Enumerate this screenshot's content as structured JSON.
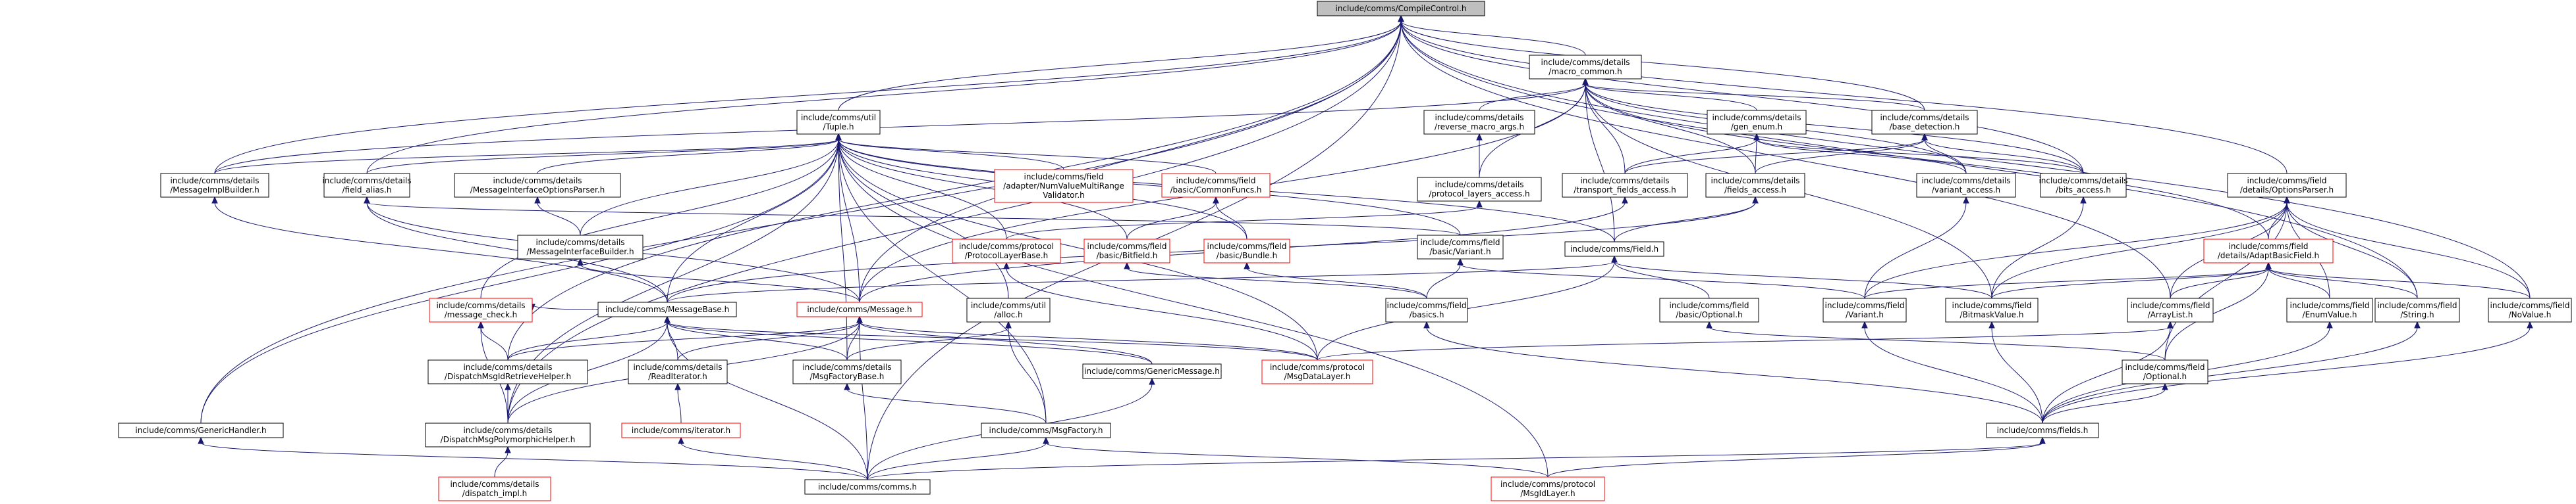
{
  "nodes": [
    {
      "id": "compilecontrol",
      "lines": [
        "include/comms/CompileControl.h"
      ],
      "style": "root"
    },
    {
      "id": "macro_common",
      "lines": [
        "include/comms/details",
        "/macro_common.h"
      ],
      "style": "normal"
    },
    {
      "id": "tuple",
      "lines": [
        "include/comms/util",
        "/Tuple.h"
      ],
      "style": "normal"
    },
    {
      "id": "reverse_macro_args",
      "lines": [
        "include/comms/details",
        "/reverse_macro_args.h"
      ],
      "style": "normal"
    },
    {
      "id": "gen_enum",
      "lines": [
        "include/comms/details",
        "/gen_enum.h"
      ],
      "style": "normal"
    },
    {
      "id": "base_detection",
      "lines": [
        "include/comms/details",
        "/base_detection.h"
      ],
      "style": "normal"
    },
    {
      "id": "messageimplbuilder",
      "lines": [
        "include/comms/details",
        "/MessageImplBuilder.h"
      ],
      "style": "normal"
    },
    {
      "id": "field_alias",
      "lines": [
        "include/comms/details",
        "/field_alias.h"
      ],
      "style": "normal"
    },
    {
      "id": "messageinterfaceoptionsparser",
      "lines": [
        "include/comms/details",
        "/MessageInterfaceOptionsParser.h"
      ],
      "style": "normal"
    },
    {
      "id": "adapter_nvmrv",
      "lines": [
        "include/comms/field",
        "/adapter/NumValueMultiRange",
        "Validator.h"
      ],
      "style": "red"
    },
    {
      "id": "basic_commonfuncs",
      "lines": [
        "include/comms/field",
        "/basic/CommonFuncs.h"
      ],
      "style": "red"
    },
    {
      "id": "protocol_layers_access",
      "lines": [
        "include/comms/details",
        "/protocol_layers_access.h"
      ],
      "style": "normal"
    },
    {
      "id": "transport_fields_access",
      "lines": [
        "include/comms/details",
        "/transport_fields_access.h"
      ],
      "style": "normal"
    },
    {
      "id": "fields_access",
      "lines": [
        "include/comms/details",
        "/fields_access.h"
      ],
      "style": "normal"
    },
    {
      "id": "variant_access",
      "lines": [
        "include/comms/details",
        "/variant_access.h"
      ],
      "style": "normal"
    },
    {
      "id": "bits_access",
      "lines": [
        "include/comms/details",
        "/bits_access.h"
      ],
      "style": "normal"
    },
    {
      "id": "optionsparser",
      "lines": [
        "include/comms/field",
        "/details/OptionsParser.h"
      ],
      "style": "normal"
    },
    {
      "id": "messageinterfacebuilder",
      "lines": [
        "include/comms/details",
        "/MessageInterfaceBuilder.h"
      ],
      "style": "normal"
    },
    {
      "id": "protocollayerbase",
      "lines": [
        "include/comms/protocol",
        "/ProtocolLayerBase.h"
      ],
      "style": "red"
    },
    {
      "id": "basic_bitfield",
      "lines": [
        "include/comms/field",
        "/basic/Bitfield.h"
      ],
      "style": "red"
    },
    {
      "id": "basic_bundle",
      "lines": [
        "include/comms/field",
        "/basic/Bundle.h"
      ],
      "style": "red"
    },
    {
      "id": "basic_variant",
      "lines": [
        "include/comms/field",
        "/basic/Variant.h"
      ],
      "style": "normal"
    },
    {
      "id": "field_h",
      "lines": [
        "include/comms/Field.h"
      ],
      "style": "normal"
    },
    {
      "id": "adaptbasicfield",
      "lines": [
        "include/comms/field",
        "/details/AdaptBasicField.h"
      ],
      "style": "red"
    },
    {
      "id": "message_check",
      "lines": [
        "include/comms/details",
        "/message_check.h"
      ],
      "style": "red"
    },
    {
      "id": "messagebase",
      "lines": [
        "include/comms/MessageBase.h"
      ],
      "style": "normal"
    },
    {
      "id": "message_h",
      "lines": [
        "include/comms/Message.h"
      ],
      "style": "red"
    },
    {
      "id": "alloc",
      "lines": [
        "include/comms/util",
        "/alloc.h"
      ],
      "style": "normal"
    },
    {
      "id": "basics",
      "lines": [
        "include/comms/field",
        "/basics.h"
      ],
      "style": "normal"
    },
    {
      "id": "basic_optional",
      "lines": [
        "include/comms/field",
        "/basic/Optional.h"
      ],
      "style": "normal"
    },
    {
      "id": "field_variant",
      "lines": [
        "include/comms/field",
        "/Variant.h"
      ],
      "style": "normal"
    },
    {
      "id": "bitmaskvalue",
      "lines": [
        "include/comms/field",
        "/BitmaskValue.h"
      ],
      "style": "normal"
    },
    {
      "id": "arraylist",
      "lines": [
        "include/comms/field",
        "/ArrayList.h"
      ],
      "style": "normal"
    },
    {
      "id": "enumvalue",
      "lines": [
        "include/comms/field",
        "/EnumValue.h"
      ],
      "style": "normal"
    },
    {
      "id": "field_string",
      "lines": [
        "include/comms/field",
        "/String.h"
      ],
      "style": "normal"
    },
    {
      "id": "novalue",
      "lines": [
        "include/comms/field",
        "/NoValue.h"
      ],
      "style": "normal"
    },
    {
      "id": "dispatchmsgidretrievehelper",
      "lines": [
        "include/comms/details",
        "/DispatchMsgIdRetrieveHelper.h"
      ],
      "style": "normal"
    },
    {
      "id": "readiterator",
      "lines": [
        "include/comms/details",
        "/ReadIterator.h"
      ],
      "style": "normal"
    },
    {
      "id": "msgfactorybase",
      "lines": [
        "include/comms/details",
        "/MsgFactoryBase.h"
      ],
      "style": "normal"
    },
    {
      "id": "genericmessage",
      "lines": [
        "include/comms/GenericMessage.h"
      ],
      "style": "normal"
    },
    {
      "id": "msgdatalayer",
      "lines": [
        "include/comms/protocol",
        "/MsgDataLayer.h"
      ],
      "style": "red"
    },
    {
      "id": "field_optional",
      "lines": [
        "include/comms/field",
        "/Optional.h"
      ],
      "style": "normal"
    },
    {
      "id": "iterator",
      "lines": [
        "include/comms/iterator.h"
      ],
      "style": "red"
    },
    {
      "id": "genericHandler",
      "lines": [
        "include/comms/GenericHandler.h"
      ],
      "style": "normal"
    },
    {
      "id": "dispatchmsgpolymorphichelper",
      "lines": [
        "include/comms/details",
        "/DispatchMsgPolymorphicHelper.h"
      ],
      "style": "normal"
    },
    {
      "id": "msgfactory",
      "lines": [
        "include/comms/MsgFactory.h"
      ],
      "style": "normal"
    },
    {
      "id": "fields_h",
      "lines": [
        "include/comms/fields.h"
      ],
      "style": "normal"
    },
    {
      "id": "dispatch_impl",
      "lines": [
        "include/comms/details",
        "/dispatch_impl.h"
      ],
      "style": "red"
    },
    {
      "id": "comms_h",
      "lines": [
        "include/comms/comms.h"
      ],
      "style": "normal"
    },
    {
      "id": "msgidlayer",
      "lines": [
        "include/comms/protocol",
        "/MsgIdLayer.h"
      ],
      "style": "red"
    }
  ],
  "edges": [
    [
      "compilecontrol",
      "macro_common"
    ],
    [
      "compilecontrol",
      "tuple"
    ],
    [
      "compilecontrol",
      "messageimplbuilder"
    ],
    [
      "compilecontrol",
      "field_alias"
    ],
    [
      "compilecontrol",
      "base_detection"
    ],
    [
      "compilecontrol",
      "optionsparser"
    ],
    [
      "compilecontrol",
      "field_string"
    ],
    [
      "compilecontrol",
      "novalue"
    ],
    [
      "compilecontrol",
      "arraylist"
    ],
    [
      "compilecontrol",
      "genericHandler"
    ],
    [
      "compilecontrol",
      "dispatchmsgpolymorphichelper"
    ],
    [
      "compilecontrol",
      "dispatchmsgidretrievehelper"
    ],
    [
      "compilecontrol",
      "comms_h"
    ],
    [
      "compilecontrol",
      "message_h"
    ],
    [
      "compilecontrol",
      "bits_access"
    ],
    [
      "macro_common",
      "reverse_macro_args"
    ],
    [
      "macro_common",
      "gen_enum"
    ],
    [
      "macro_common",
      "base_detection"
    ],
    [
      "macro_common",
      "protocol_layers_access"
    ],
    [
      "macro_common",
      "transport_fields_access"
    ],
    [
      "macro_common",
      "fields_access"
    ],
    [
      "macro_common",
      "variant_access"
    ],
    [
      "macro_common",
      "bits_access"
    ],
    [
      "macro_common",
      "field_h"
    ],
    [
      "macro_common",
      "messageimplbuilder"
    ],
    [
      "macro_common",
      "message_h"
    ],
    [
      "macro_common",
      "bitmaskvalue"
    ],
    [
      "macro_common",
      "adaptbasicfield"
    ],
    [
      "reverse_macro_args",
      "protocol_layers_access"
    ],
    [
      "gen_enum",
      "transport_fields_access"
    ],
    [
      "gen_enum",
      "fields_access"
    ],
    [
      "gen_enum",
      "variant_access"
    ],
    [
      "gen_enum",
      "bits_access"
    ],
    [
      "base_detection",
      "transport_fields_access"
    ],
    [
      "base_detection",
      "fields_access"
    ],
    [
      "base_detection",
      "variant_access"
    ],
    [
      "base_detection",
      "bits_access"
    ],
    [
      "tuple",
      "messageimplbuilder"
    ],
    [
      "tuple",
      "field_alias"
    ],
    [
      "tuple",
      "messageinterfaceoptionsparser"
    ],
    [
      "tuple",
      "adapter_nvmrv"
    ],
    [
      "tuple",
      "basic_commonfuncs"
    ],
    [
      "tuple",
      "messageinterfacebuilder"
    ],
    [
      "tuple",
      "protocollayerbase"
    ],
    [
      "tuple",
      "basic_bitfield"
    ],
    [
      "tuple",
      "basic_bundle"
    ],
    [
      "tuple",
      "basic_variant"
    ],
    [
      "tuple",
      "message_check"
    ],
    [
      "tuple",
      "messagebase"
    ],
    [
      "tuple",
      "message_h"
    ],
    [
      "tuple",
      "alloc"
    ],
    [
      "tuple",
      "msgfactorybase"
    ],
    [
      "tuple",
      "msgdatalayer"
    ],
    [
      "tuple",
      "msgfactory"
    ],
    [
      "tuple",
      "dispatchmsgpolymorphichelper"
    ],
    [
      "tuple",
      "genericHandler"
    ],
    [
      "tuple",
      "msgidlayer"
    ],
    [
      "tuple",
      "field_h"
    ],
    [
      "messageinterfaceoptionsparser",
      "messageinterfacebuilder"
    ],
    [
      "messageinterfacebuilder",
      "message_h"
    ],
    [
      "messageimplbuilder",
      "messagebase"
    ],
    [
      "field_alias",
      "messagebase"
    ],
    [
      "field_alias",
      "basic_variant"
    ],
    [
      "field_alias",
      "message_h"
    ],
    [
      "basic_commonfuncs",
      "basic_bitfield"
    ],
    [
      "basic_commonfuncs",
      "basic_bundle"
    ],
    [
      "protocol_layers_access",
      "protocollayerbase"
    ],
    [
      "transport_fields_access",
      "message_h"
    ],
    [
      "fields_access",
      "messagebase"
    ],
    [
      "fields_access",
      "field_h"
    ],
    [
      "variant_access",
      "field_variant"
    ],
    [
      "bits_access",
      "bitmaskvalue"
    ],
    [
      "protocollayerbase",
      "msgdatalayer"
    ],
    [
      "basic_bitfield",
      "basics"
    ],
    [
      "basic_bundle",
      "basics"
    ],
    [
      "basic_variant",
      "basics"
    ],
    [
      "basic_variant",
      "field_variant"
    ],
    [
      "field_h",
      "basic_optional"
    ],
    [
      "field_h",
      "bitmaskvalue"
    ],
    [
      "field_h",
      "msgdatalayer"
    ],
    [
      "field_h",
      "messagebase"
    ],
    [
      "optionsparser",
      "adaptbasicfield"
    ],
    [
      "optionsparser",
      "arraylist"
    ],
    [
      "optionsparser",
      "enumvalue"
    ],
    [
      "optionsparser",
      "field_string"
    ],
    [
      "optionsparser",
      "novalue"
    ],
    [
      "optionsparser",
      "field_variant"
    ],
    [
      "optionsparser",
      "bitmaskvalue"
    ],
    [
      "optionsparser",
      "field_optional"
    ],
    [
      "adaptbasicfield",
      "arraylist"
    ],
    [
      "adaptbasicfield",
      "enumvalue"
    ],
    [
      "adaptbasicfield",
      "field_string"
    ],
    [
      "adaptbasicfield",
      "novalue"
    ],
    [
      "adaptbasicfield",
      "field_variant"
    ],
    [
      "adaptbasicfield",
      "bitmaskvalue"
    ],
    [
      "adaptbasicfield",
      "field_optional"
    ],
    [
      "message_check",
      "messagebase"
    ],
    [
      "message_check",
      "dispatchmsgidretrievehelper"
    ],
    [
      "message_check",
      "dispatchmsgpolymorphichelper"
    ],
    [
      "messagebase",
      "dispatchmsgidretrievehelper"
    ],
    [
      "messagebase",
      "readiterator"
    ],
    [
      "messagebase",
      "msgfactorybase"
    ],
    [
      "messagebase",
      "genericmessage"
    ],
    [
      "messagebase",
      "msgdatalayer"
    ],
    [
      "messagebase",
      "comms_h"
    ],
    [
      "messagebase",
      "dispatchmsgpolymorphichelper"
    ],
    [
      "message_h",
      "dispatchmsgidretrievehelper"
    ],
    [
      "message_h",
      "readiterator"
    ],
    [
      "message_h",
      "msgfactorybase"
    ],
    [
      "message_h",
      "genericmessage"
    ],
    [
      "message_h",
      "msgdatalayer"
    ],
    [
      "message_h",
      "comms_h"
    ],
    [
      "message_h",
      "dispatchmsgpolymorphichelper"
    ],
    [
      "alloc",
      "msgfactorybase"
    ],
    [
      "alloc",
      "msgfactory"
    ],
    [
      "basics",
      "fields_h"
    ],
    [
      "basic_optional",
      "field_optional"
    ],
    [
      "field_variant",
      "fields_h"
    ],
    [
      "bitmaskvalue",
      "fields_h"
    ],
    [
      "arraylist",
      "fields_h"
    ],
    [
      "arraylist",
      "msgdatalayer"
    ],
    [
      "enumvalue",
      "fields_h"
    ],
    [
      "field_string",
      "fields_h"
    ],
    [
      "novalue",
      "fields_h"
    ],
    [
      "field_optional",
      "fields_h"
    ],
    [
      "dispatchmsgidretrievehelper",
      "dispatchmsgpolymorphichelper"
    ],
    [
      "readiterator",
      "iterator"
    ],
    [
      "msgfactorybase",
      "msgfactory"
    ],
    [
      "genericmessage",
      "comms_h"
    ],
    [
      "iterator",
      "comms_h"
    ],
    [
      "genericHandler",
      "comms_h"
    ],
    [
      "dispatchmsgpolymorphichelper",
      "dispatch_impl"
    ],
    [
      "msgfactory",
      "comms_h"
    ],
    [
      "msgfactory",
      "msgidlayer"
    ],
    [
      "fields_h",
      "comms_h"
    ],
    [
      "fields_h",
      "msgidlayer"
    ]
  ]
}
